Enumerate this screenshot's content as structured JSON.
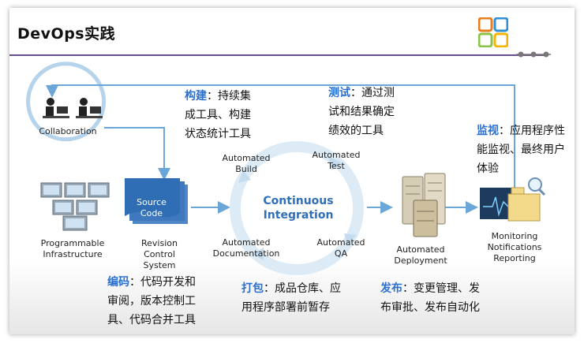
{
  "title": "DevOps实践",
  "colors": {
    "accent_blue": "#2a6fcf",
    "rule_purple": "#6a4d8f",
    "cycle_blue": "#cfe4f4"
  },
  "icons": {
    "logo": "four-squares-logo-icon",
    "collaboration": "people-at-computers-icon",
    "infrastructure": "server-rack-monitors-icon",
    "source": "document-stack-icon",
    "deployment": "server-tower-icon",
    "monitoring": "monitoring-dashboard-icon"
  },
  "labels": {
    "collaboration": "Collaboration",
    "infra_1": "Programmable",
    "infra_2": "Infrastructure",
    "source_1": "Source",
    "source_2": "Code",
    "rcs_1": "Revision",
    "rcs_2": "Control",
    "rcs_3": "System",
    "build_1": "Automated",
    "build_2": "Build",
    "test_1": "Automated",
    "test_2": "Test",
    "ci_1": "Continuous",
    "ci_2": "Integration",
    "doc_1": "Automated",
    "doc_2": "Documentation",
    "qa_1": "Automated",
    "qa_2": "QA",
    "deploy_1": "Automated",
    "deploy_2": "Deployment",
    "mon_1": "Monitoring",
    "mon_2": "Notifications",
    "mon_3": "Reporting"
  },
  "notes": {
    "build": {
      "key": "构建",
      "l1": "：持续集",
      "l2": "成工具、构建",
      "l3": "状态统计工具"
    },
    "test": {
      "key": "测试",
      "l1": "：通过测",
      "l2": "试和结果确定",
      "l3": "绩效的工具"
    },
    "monitor": {
      "key": "监视",
      "l1": "：应用程序性",
      "l2": "能监视、最终用户",
      "l3": "体验"
    },
    "code": {
      "key": "编码",
      "l1": "：代码开发和",
      "l2": "审阅，版本控制工",
      "l3": "具、代码合并工具"
    },
    "package": {
      "key": "打包",
      "l1": "：成品仓库、应",
      "l2": "用程序部署前暂存"
    },
    "release": {
      "key": "发布",
      "l1": "：变更管理、发",
      "l2": "布审批、发布自动化"
    }
  }
}
